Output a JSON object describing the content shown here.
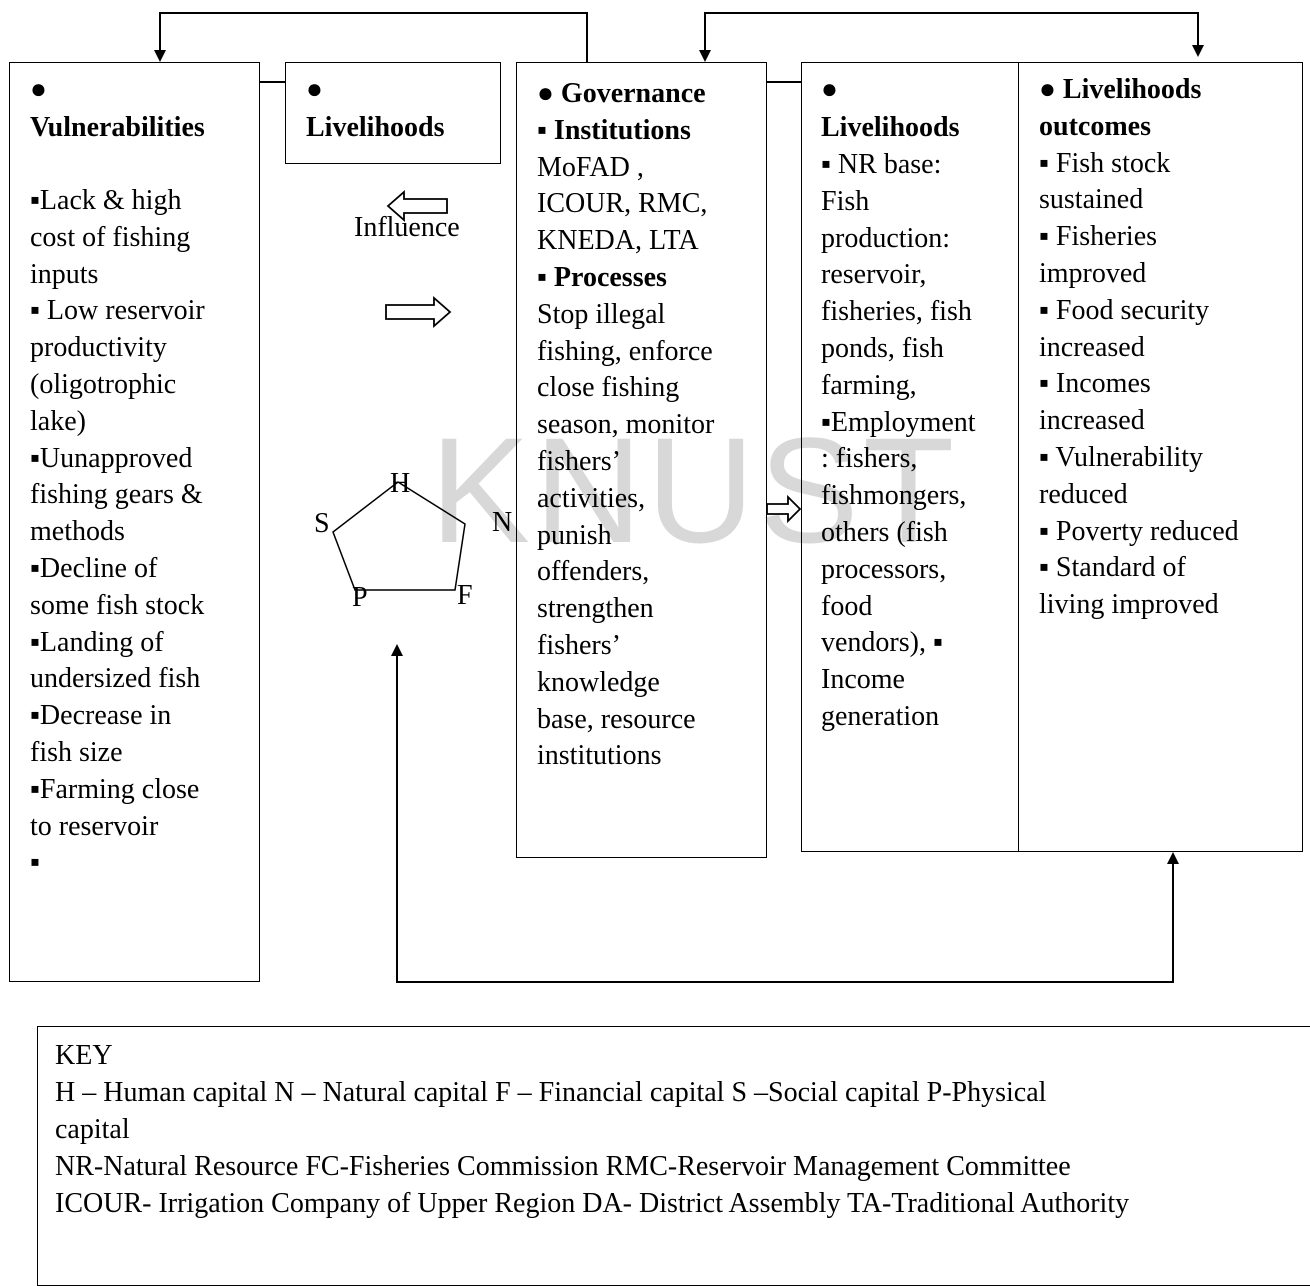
{
  "watermark": "KNUST",
  "vulnerabilities": {
    "bullet": "●",
    "title": "Vulnerabilities",
    "lines": [
      "▪Lack & high",
      "cost of fishing",
      "inputs",
      "▪ Low reservoir",
      "productivity",
      "(oligotrophic",
      "lake)",
      "▪Uunapproved",
      "fishing gears &",
      "methods",
      "▪Decline of",
      "some fish stock",
      "▪Landing of",
      "undersized fish",
      "▪Decrease in",
      "fish size",
      "▪Farming close",
      "to reservoir",
      "▪"
    ]
  },
  "livelihoods_small": {
    "bullet": "●",
    "title": "Livelihoods"
  },
  "influence_label": "Influence",
  "pentagon": {
    "H": "H",
    "N": "N",
    "F": "F",
    "P": "P",
    "S": "S"
  },
  "governance": {
    "title_line": "● Governance",
    "institutions_title": "▪ Institutions",
    "institutions_lines": [
      "MoFAD ,",
      "ICOUR, RMC,",
      "KNEDA, LTA"
    ],
    "processes_title": "▪ Processes",
    "processes_lines": [
      "Stop illegal",
      "fishing, enforce",
      "close fishing",
      "season, monitor",
      "fishers’",
      "activities,",
      "punish",
      "offenders,",
      "strengthen",
      "fishers’",
      "knowledge",
      "base, resource",
      "institutions"
    ]
  },
  "livelihoods_big": {
    "bullet": "●",
    "title": "Livelihoods",
    "lines": [
      "▪ NR base:",
      "Fish",
      "production:",
      "reservoir,",
      "fisheries, fish",
      "ponds, fish",
      "farming,",
      "▪Employment",
      ": fishers,",
      "fishmongers,",
      "others (fish",
      "processors,",
      "food",
      "vendors), ▪",
      "Income",
      "generation"
    ]
  },
  "outcomes": {
    "title_line1": "● Livelihoods",
    "title_line2": "outcomes",
    "lines": [
      "▪ Fish stock",
      "sustained",
      "▪ Fisheries",
      "improved",
      "▪ Food security",
      "increased",
      "▪ Incomes",
      "increased",
      "▪ Vulnerability",
      "reduced",
      "▪ Poverty reduced",
      "▪ Standard of",
      "living improved"
    ]
  },
  "key": {
    "title": "KEY",
    "line1": "H – Human capital   N – Natural capital          F – Financial capital   S –Social capital   P-Physical",
    "line2": "capital",
    "line3": "NR-Natural Resource   FC-Fisheries Commission   RMC-Reservoir Management Committee",
    "line4": "ICOUR- Irrigation Company of Upper Region   DA- District Assembly   TA-Traditional Authority"
  }
}
